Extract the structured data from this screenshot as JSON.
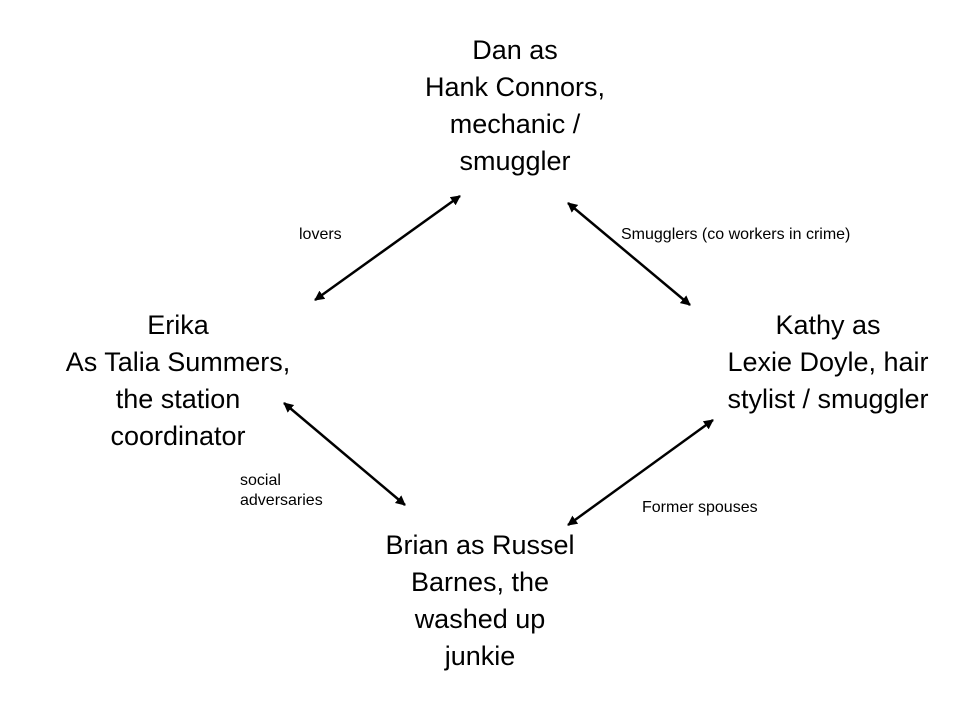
{
  "nodes": {
    "dan": {
      "lines": [
        "Dan as",
        "Hank Connors,",
        "mechanic /",
        "smuggler"
      ]
    },
    "erika": {
      "lines": [
        "Erika",
        "As Talia Summers,",
        "the station",
        "coordinator"
      ]
    },
    "kathy": {
      "lines": [
        "Kathy as",
        "Lexie Doyle, hair",
        "stylist / smuggler"
      ]
    },
    "brian": {
      "lines": [
        "Brian as Russel",
        "Barnes, the",
        "washed up",
        "junkie"
      ]
    }
  },
  "edges": {
    "dan_erika": {
      "label_lines": [
        "lovers"
      ]
    },
    "dan_kathy": {
      "label_lines": [
        "Smugglers (co workers in crime)"
      ]
    },
    "erika_brian": {
      "label_lines": [
        "social",
        "adversaries"
      ]
    },
    "kathy_brian": {
      "label_lines": [
        "Former spouses"
      ]
    }
  },
  "colors": {
    "text": "#000000",
    "arrow": "#000000",
    "background": "#ffffff"
  }
}
